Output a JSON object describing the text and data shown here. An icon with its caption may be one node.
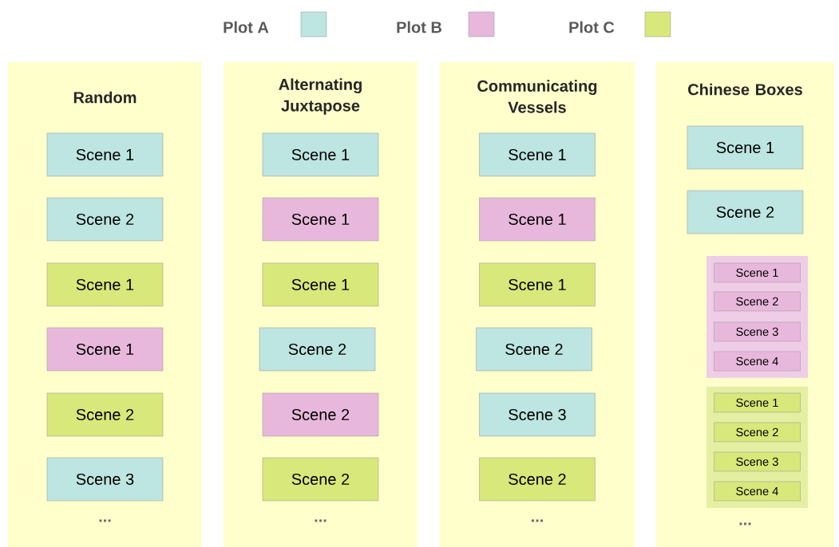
{
  "diagram": {
    "nodes": [
      {
        "text": [
          "Random",
          "..."
        ]
      },
      {
        "text": [
          "Scene 1"
        ],
        "in": 0
      },
      {
        "text": [
          "Scene 2"
        ],
        "in": 0
      },
      {
        "text": [
          "Scene 1"
        ],
        "in": 0
      },
      {
        "text": [
          "Scene 1"
        ],
        "in": 0
      },
      {
        "text": [
          "Scene 2"
        ],
        "in": 0
      },
      {
        "text": [
          "Scene 3"
        ],
        "in": 0
      },
      {
        "text": [
          "Alternating Juxtapose",
          "..."
        ]
      },
      {
        "text": [
          "Scene 1"
        ],
        "in": 7
      },
      {
        "text": [
          "Scene 1"
        ],
        "in": 7
      },
      {
        "text": [
          "Scene 1"
        ],
        "in": 7
      },
      {
        "text": [
          "Scene 2"
        ],
        "in": 7
      },
      {
        "text": [
          "Scene 2"
        ],
        "in": 7
      },
      {
        "text": [
          "Scene 2"
        ],
        "in": 7
      },
      {
        "text": [
          "Communicating Vessels",
          "..."
        ]
      },
      {
        "text": [
          "Scene 1"
        ],
        "in": 14
      },
      {
        "text": [
          "Scene 1"
        ],
        "in": 14
      },
      {
        "text": [
          "Scene 1"
        ],
        "in": 14
      },
      {
        "text": [
          "Scene 2"
        ],
        "in": 14
      },
      {
        "text": [
          "Scene 3"
        ],
        "in": 14
      },
      {
        "text": [
          "Scene 2"
        ],
        "in": 14
      },
      {
        "text": [
          "Chinese Boxes",
          "..."
        ]
      },
      {
        "text": [
          "Scene 1"
        ],
        "in": 21
      },
      {
        "text": [
          "Scene 2"
        ],
        "in": 21
      },
      {
        "text": [],
        "shape": "box",
        "in": 21
      },
      {
        "text": [
          "Scene 1"
        ],
        "in": 24
      },
      {
        "text": [
          "Scene 2"
        ],
        "in": 24
      },
      {
        "text": [
          "Scene 3"
        ],
        "in": 24
      },
      {
        "text": [
          "Scene 4"
        ],
        "in": 24
      },
      {
        "text": [],
        "shape": "box",
        "in": 21
      },
      {
        "text": [
          "Scene 1"
        ],
        "in": 29
      },
      {
        "text": [
          "Scene 2"
        ],
        "in": 29
      },
      {
        "text": [
          "Scene 3"
        ],
        "in": 29
      },
      {
        "text": [
          "Scene 4"
        ],
        "in": 29
      }
    ],
    "legend": [
      {
        "text": "Plot A",
        "color": "#bde5e1"
      },
      {
        "text": "Plot B",
        "color": "#e8b8dc"
      },
      {
        "text": "Plot C",
        "color": "#d8e87a"
      }
    ]
  }
}
